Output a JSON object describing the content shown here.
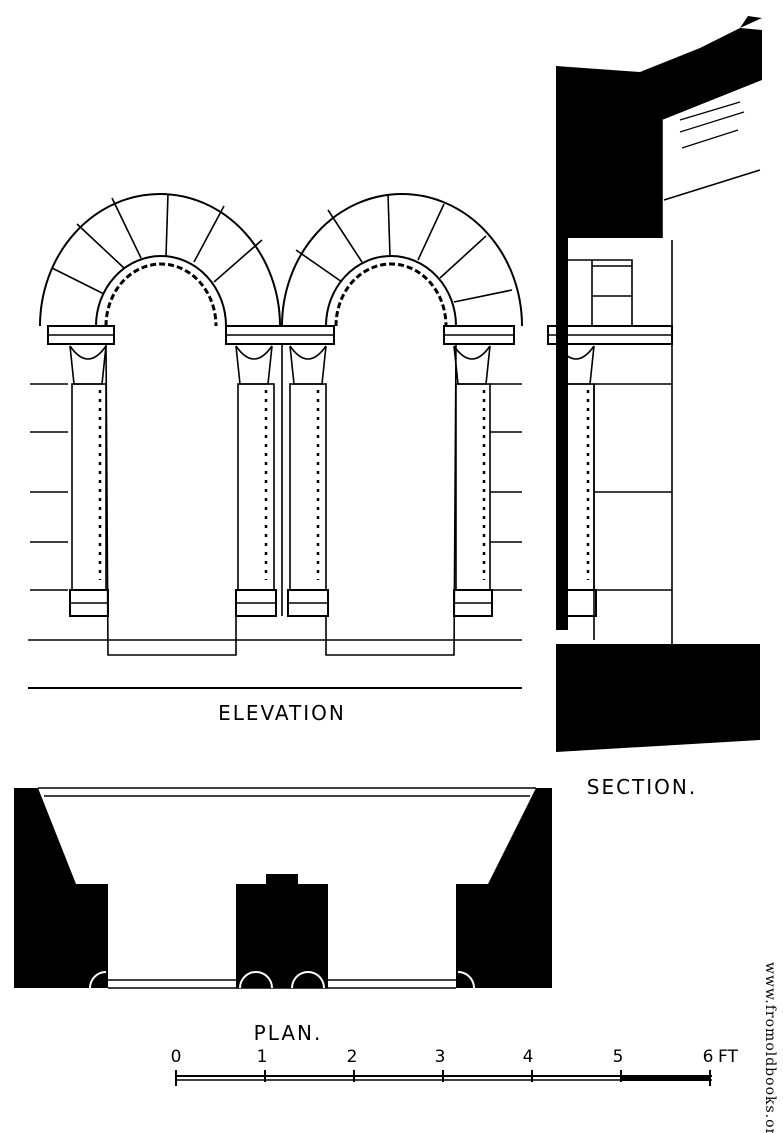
{
  "labels": {
    "elevation": "ELEVATION",
    "section": "SECTION.",
    "plan": "PLAN."
  },
  "scale": {
    "ticks": [
      "0",
      "1",
      "2",
      "3",
      "4",
      "5",
      "6"
    ],
    "unit": "FT"
  },
  "watermark": "www.fromoldbooks.org",
  "colors": {
    "ink": "#000000",
    "paper": "#ffffff"
  }
}
